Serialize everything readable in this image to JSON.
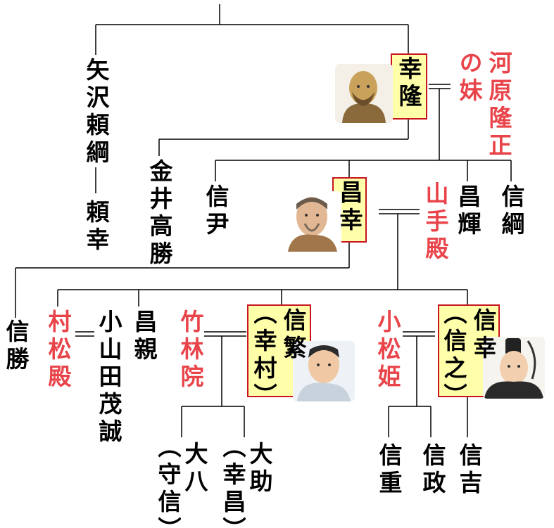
{
  "people": {
    "yukitaka": "幸隆",
    "kawahara_sister": "河原隆正の妹",
    "yazawa_yoritsuna": "矢沢頼綱",
    "yazawa_yoriyuki": "頼幸",
    "kanai_takakatsu": "金井高勝",
    "nobutada": "信尹",
    "masayuki": "昌幸",
    "yamanote": "山手殿",
    "masateru": "昌輝",
    "nobutsuna": "信綱",
    "nobukatsu": "信勝",
    "muramatsu": "村松殿",
    "oyamada_shigemasa": "小山田茂誠",
    "masachika": "昌親",
    "chikurinin": "竹林院",
    "nobushige_line1": "信繁",
    "nobushige_line2": "（幸村）",
    "komatsuhime": "小松姫",
    "nobuyuki_line1": "信幸",
    "nobuyuki_line2": "（信之）",
    "daisuke_line1": "大助",
    "daisuke_line2": "（幸昌）",
    "daihachi_line1": "大八",
    "daihachi_line2": "（守信）",
    "nobushige2": "信重",
    "nobumasa": "信政",
    "nobuyoshi": "信吉"
  },
  "colors": {
    "line": "#000000",
    "wife_text": "#e8444a",
    "highlight_fill": "#ffffaa",
    "highlight_border": "#c8141e"
  },
  "portraits": {
    "yukitaka": "portrait-yukitaka-icon",
    "masayuki": "portrait-masayuki-icon",
    "nobushige": "portrait-nobushige-icon",
    "nobuyuki": "portrait-nobuyuki-icon"
  }
}
